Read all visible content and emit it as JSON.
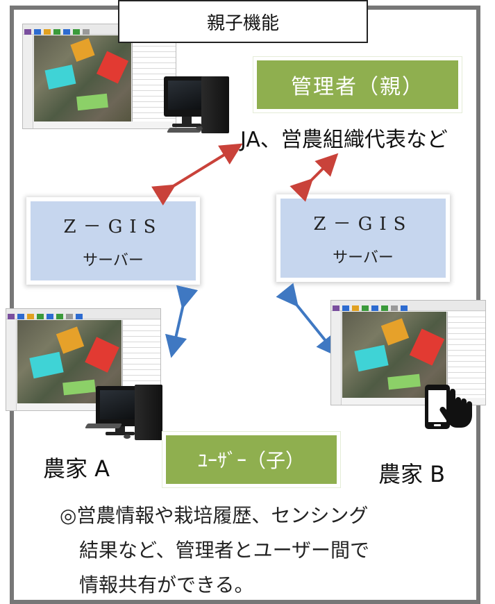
{
  "title": "親子機能",
  "admin": {
    "label": "管理者（親）",
    "subtitle": "JA、営農組織代表など"
  },
  "servers": [
    {
      "line1": "Z－GIS",
      "line2": "サーバー"
    },
    {
      "line1": "Z－GIS",
      "line2": "サーバー"
    }
  ],
  "farmer_a": "農家 A",
  "farmer_b": "農家 B",
  "user_label": "ﾕｰｻﾞｰ（子）",
  "note": [
    "◎営農情報や栽培履歴、センシング",
    "　結果など、管理者とユーザー間で",
    "　情報共有ができる。"
  ],
  "colors": {
    "admin_arrow": "#c9423a",
    "user_arrow": "#3f78c2",
    "green_box": "#8faf4f",
    "server_box": "#c6d6ee",
    "frame": "#777777"
  }
}
